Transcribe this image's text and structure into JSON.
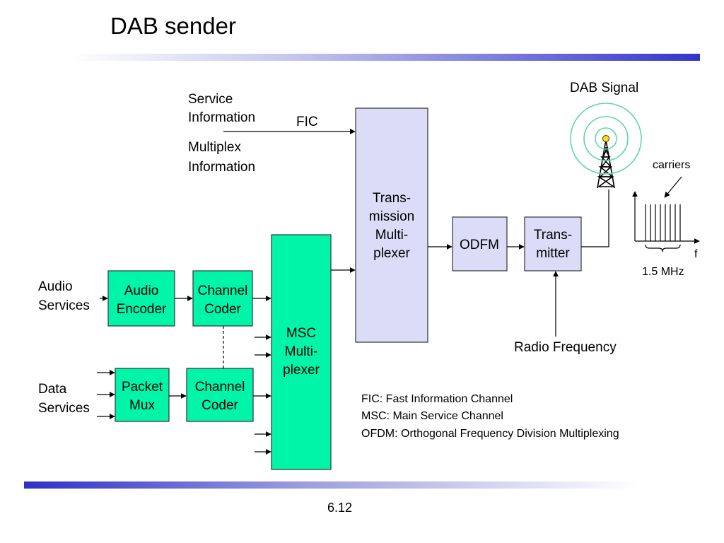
{
  "slide": {
    "title": "DAB sender",
    "page_number": "6.12"
  },
  "colors": {
    "block_green": "#00f5a8",
    "block_lavender": "#dcdcf8",
    "stroke": "#333333"
  },
  "blocks": {
    "audio_encoder": [
      "Audio",
      "Encoder"
    ],
    "channel_coder_audio": [
      "Channel",
      "Coder"
    ],
    "packet_mux": [
      "Packet",
      "Mux"
    ],
    "channel_coder_data": [
      "Channel",
      "Coder"
    ],
    "msc_multiplexer": [
      "MSC",
      "Multi-",
      "plexer"
    ],
    "transmission_multiplexer": [
      "Trans-",
      "mission",
      "Multi-",
      "plexer"
    ],
    "odfm": "ODFM",
    "transmitter": [
      "Trans-",
      "mitter"
    ]
  },
  "labels": {
    "service_information": [
      "Service",
      "Information"
    ],
    "multiplex_information": [
      "Multiplex",
      "Information"
    ],
    "fic": "FIC",
    "audio_services": [
      "Audio",
      "Services"
    ],
    "data_services": [
      "Data",
      "Services"
    ],
    "radio_frequency": "Radio Frequency",
    "dab_signal": "DAB Signal",
    "carriers": "carriers",
    "f_axis": "f",
    "bandwidth": "1.5 MHz"
  },
  "legend": [
    "FIC: Fast Information Channel",
    "MSC: Main Service Channel",
    "OFDM: Orthogonal Frequency Division Multiplexing"
  ]
}
